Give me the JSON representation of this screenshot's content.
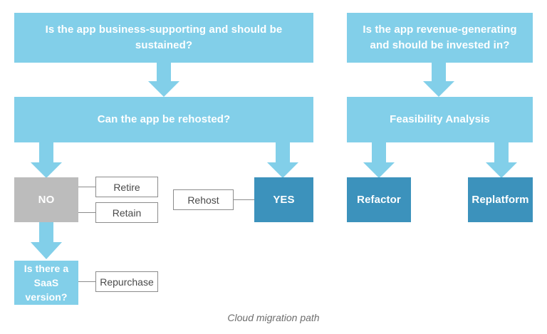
{
  "diagram": {
    "caption": "Cloud migration path",
    "colors": {
      "light_blue": "#82cfe9",
      "dark_blue": "#3c92bc",
      "grey": "#bcbcbc",
      "chip_border": "#8c8c8c",
      "chip_text": "#4a4a4a",
      "caption_text": "#6d6d6d",
      "background": "#ffffff"
    },
    "nodes": {
      "q_business": {
        "label": "Is the app business-supporting and should be sustained?",
        "style": "light"
      },
      "q_revenue": {
        "label": "Is the app revenue-generating and should be invested in?",
        "style": "light"
      },
      "q_rehost": {
        "label": "Can the app be rehosted?",
        "style": "light"
      },
      "feasibility": {
        "label": "Feasibility Analysis",
        "style": "light"
      },
      "no": {
        "label": "NO",
        "style": "grey"
      },
      "yes": {
        "label": "YES",
        "style": "dark"
      },
      "refactor": {
        "label": "Refactor",
        "style": "dark"
      },
      "replatform": {
        "label": "Replatform",
        "style": "dark"
      },
      "q_saas": {
        "label": "Is there a SaaS version?",
        "style": "light"
      }
    },
    "chips": {
      "retire": {
        "label": "Retire"
      },
      "retain": {
        "label": "Retain"
      },
      "rehost": {
        "label": "Rehost"
      },
      "repurchase": {
        "label": "Repurchase"
      }
    }
  }
}
